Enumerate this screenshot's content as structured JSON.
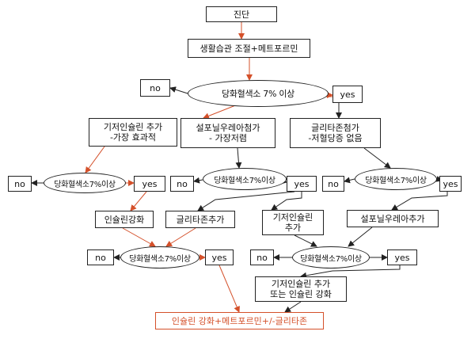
{
  "nodes": {
    "diagnosis": "진단",
    "lifestyle": "생활습관 조절+메트포르민",
    "q1": "당화혈색소 7% 이상",
    "q1_no": "no",
    "q1_yes": "yes",
    "basal_insulin": "기저인슐린 추가\n-가장 효과적",
    "sulfonylurea": "설포닐우레아첨가\n- 가장저렴",
    "glitazone": "글리타존첨가\n-저혈당증 없음",
    "q2a": "당화혈색소7%이상",
    "q2a_no": "no",
    "q2a_yes": "yes",
    "q2b": "당화혈색소7%이상",
    "q2b_no": "no",
    "q2b_yes": "yes",
    "q2c": "당화혈색소7%이상",
    "q2c_no": "no",
    "q2c_yes": "yes",
    "intensify_insulin": "인슐린강화",
    "add_glitazone": "글리타존추가",
    "add_basal_insulin": "기저인슐린\n추가",
    "add_sulfonylurea": "설포닐우레아추가",
    "q3a": "당화혈색소7%이상",
    "q3a_no": "no",
    "q3a_yes": "yes",
    "q3b": "당화혈색소7%이상",
    "q3b_no": "no",
    "q3b_yes": "yes",
    "insulin_or": "기저인슐린 추가\n또는 인슐린 강화",
    "final": "인슐린 강화+메트포르민+/-글리타존"
  },
  "colors": {
    "highlight": "#d4502a",
    "line": "#222222"
  }
}
